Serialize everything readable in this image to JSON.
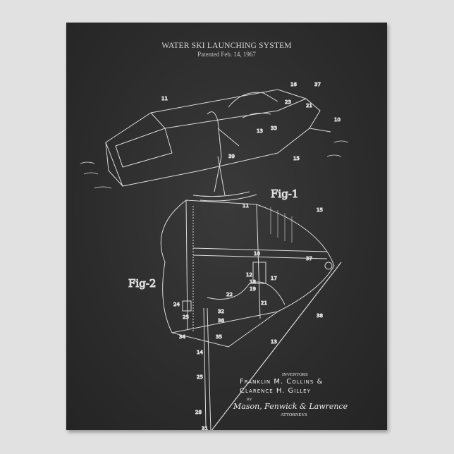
{
  "title": "WATER SKI LAUNCHING SYSTEM",
  "subtitle": "Patented Feb. 14, 1967",
  "figures": {
    "fig1": "Fig-1",
    "fig2": "Fig-2"
  },
  "fig1_refs": [
    "11",
    "16",
    "37",
    "23",
    "21",
    "10",
    "13",
    "33",
    "39",
    "15"
  ],
  "fig2_refs": [
    "11",
    "15",
    "16",
    "18",
    "19",
    "12",
    "17",
    "37",
    "21",
    "22",
    "24",
    "25",
    "32",
    "36",
    "34",
    "35",
    "38",
    "13",
    "14",
    "25",
    "28",
    "31"
  ],
  "inventors_label": "INVENTORS",
  "inventors": [
    "Franklin M. Collins &",
    "Clarence H. Gilley"
  ],
  "by": "BY",
  "attorneys_signature": "Mason, Fenwick & Lawrence",
  "attorneys_label": "ATTORNEYS",
  "colors": {
    "background": "#e2e1e2",
    "chalkboard": "#2e2e2e",
    "chalk": "#e6e6e6"
  }
}
